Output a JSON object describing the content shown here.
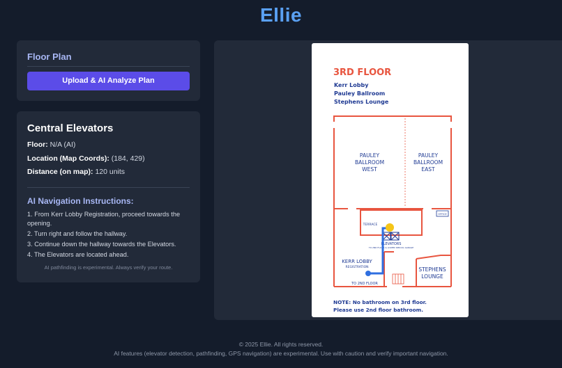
{
  "app": {
    "title": "Ellie"
  },
  "floor_plan_card": {
    "heading": "Floor Plan",
    "upload_button": "Upload & AI Analyze Plan"
  },
  "details": {
    "title": "Central Elevators",
    "floor_label": "Floor:",
    "floor_value": "N/A (AI)",
    "location_label": "Location (Map Coords):",
    "location_value": "(184, 429)",
    "distance_label": "Distance (on map):",
    "distance_value": "120 units",
    "ai_heading": "AI Navigation Instructions:",
    "steps": [
      "1. From Kerr Lobby Registration, proceed towards the opening.",
      "2. Turn right and follow the hallway.",
      "3. Continue down the hallway towards the Elevators.",
      "4. The Elevators are located ahead."
    ],
    "disclaimer": "AI pathfinding is experimental. Always verify your route."
  },
  "map": {
    "floor_title": "3RD FLOOR",
    "venues": [
      "Kerr Lobby",
      "Pauley Ballroom",
      "Stephens Lounge"
    ],
    "rooms": {
      "pauley_west": [
        "PAULEY",
        "BALLROOM",
        "WEST"
      ],
      "pauley_east": [
        "PAULEY",
        "BALLROOM",
        "EAST"
      ],
      "terrace": "TERRACE",
      "elevators": "ELEVATORS",
      "elevators_sub": "TO 2ND FLOOR & LOWER SPROUL GARAGE",
      "kerr_lobby": "KERR LOBBY",
      "kerr_sub": "REGISTRATION",
      "stephens": [
        "STEPHENS",
        "LOUNGE"
      ],
      "stairs_label": "TO 2ND FLOOR",
      "small_box": "OFFICE"
    },
    "note": [
      "NOTE: No bathroom on 3rd floor.",
      "Please use 2nd floor bathroom."
    ],
    "accent_color": "#e8553f",
    "text_color": "#1f3a93",
    "route_color": "#2f6fe0",
    "marker_color": "#f5c518"
  },
  "footer": {
    "copyright": "© 2025 Ellie. All rights reserved.",
    "notice": "AI features (elevator detection, pathfinding, GPS navigation) are experimental. Use with caution and verify important navigation."
  }
}
